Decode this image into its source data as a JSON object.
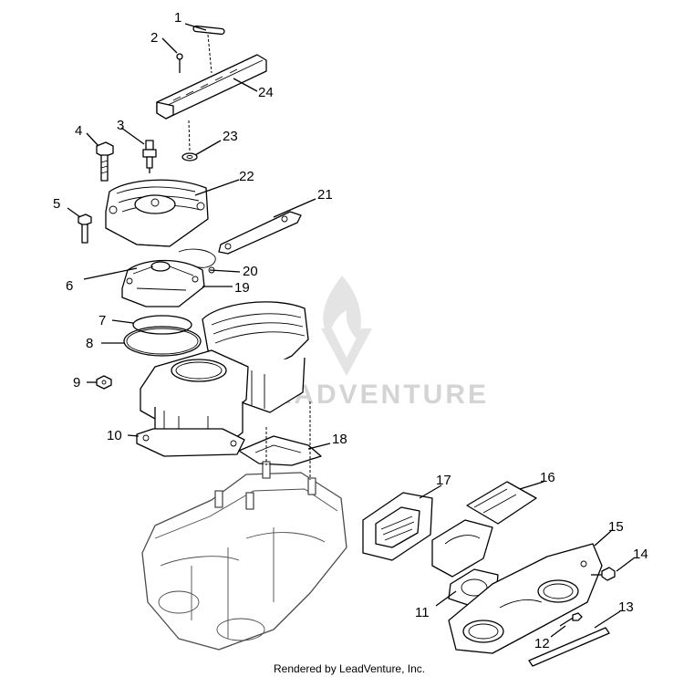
{
  "diagram": {
    "callouts": [
      "1",
      "2",
      "3",
      "4",
      "5",
      "6",
      "7",
      "8",
      "9",
      "10",
      "11",
      "12",
      "13",
      "14",
      "15",
      "16",
      "17",
      "18",
      "19",
      "20",
      "21",
      "22",
      "23",
      "24"
    ],
    "watermark": "LEADVENTURE",
    "footer": "Rendered by LeadVenture, Inc."
  }
}
